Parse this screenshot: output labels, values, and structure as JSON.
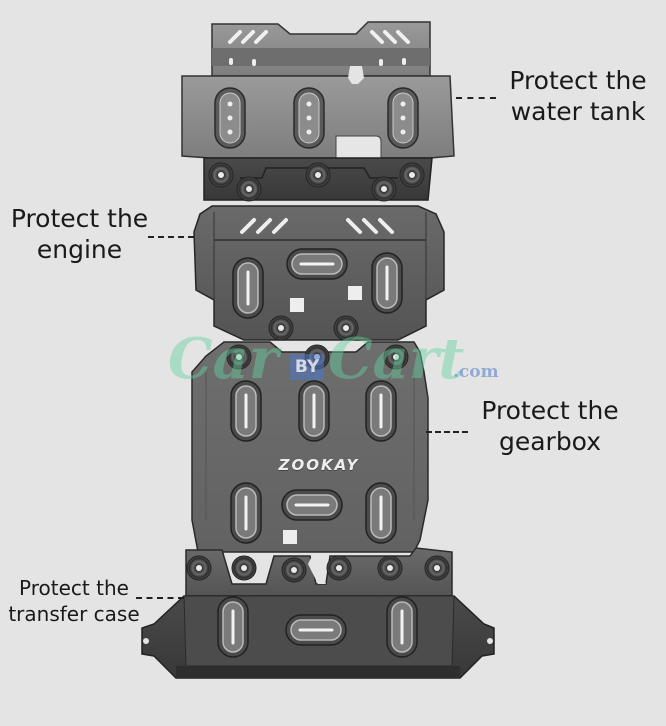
{
  "image": {
    "subject": "skid plate set (engine underbody guards)",
    "background_color": "#e4e4e4",
    "plate_colors": {
      "light_metal": "#8a8a8a",
      "mid_metal": "#5e5e5e",
      "dark_metal": "#3e3e3e",
      "edge": "#2a2a2a"
    }
  },
  "callouts": {
    "water_tank": {
      "line1": "Protect the",
      "line2": "water tank"
    },
    "engine": {
      "line1": "Protect the",
      "line2": "engine"
    },
    "gearbox": {
      "line1": "Protect the",
      "line2": "gearbox"
    },
    "transfer_case": {
      "line1": "Protect the",
      "line2": "transfer case"
    }
  },
  "product": {
    "brand_mark": "ZOOKAY"
  },
  "watermark": {
    "left": "Car",
    "middle": "BY",
    "right": "Cart",
    "suffix": ".com"
  }
}
